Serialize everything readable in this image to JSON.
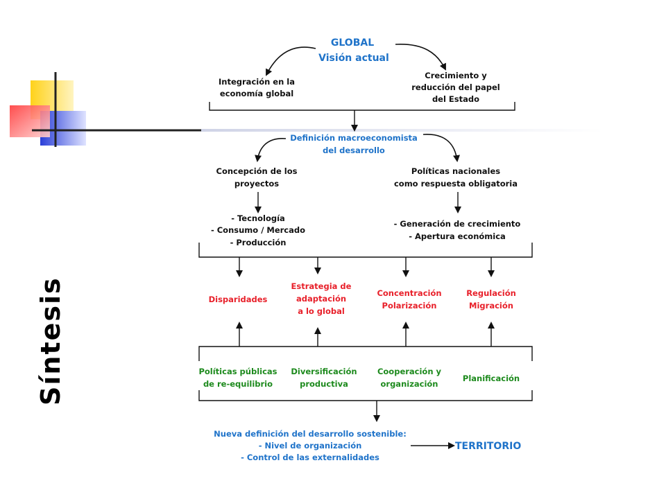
{
  "slide": {
    "side_title": "Síntesis"
  },
  "diagram": {
    "top": {
      "title_line1": "GLOBAL",
      "title_line2": "Visión actual",
      "left": [
        "Integración en la",
        "economía global"
      ],
      "right": [
        "Crecimiento y",
        "reducción del papel",
        "del Estado"
      ]
    },
    "middle": {
      "title_line1": "Definición macroeconomista",
      "title_line2": "del desarrollo",
      "left": [
        "Concepción de los",
        "proyectos"
      ],
      "right": [
        "Políticas nacionales",
        "como respuesta obligatoria"
      ],
      "left_list": [
        "- Tecnología",
        "- Consumo / Mercado",
        "- Producción"
      ],
      "right_list": [
        "- Generación de crecimiento",
        "- Apertura económica"
      ]
    },
    "effects": [
      [
        "Disparidades"
      ],
      [
        "Estrategia de",
        "adaptación",
        "a lo global"
      ],
      [
        "Concentración",
        "Polarización"
      ],
      [
        "Regulación",
        "Migración"
      ]
    ],
    "responses": [
      [
        "Políticas públicas",
        "de re-equilibrio"
      ],
      [
        "Diversificación",
        "productiva"
      ],
      [
        "Cooperación y",
        "organización"
      ],
      [
        "Planificación"
      ]
    ],
    "bottom": {
      "lines": [
        "Nueva definición del desarrollo sostenible:",
        "- Nivel de organización",
        "- Control de las externalidades"
      ],
      "result": "TERRITORIO"
    }
  },
  "colors": {
    "heading": "#1f73c9",
    "effects": "#e8202a",
    "responses": "#1d8a1d",
    "text": "#111111"
  }
}
